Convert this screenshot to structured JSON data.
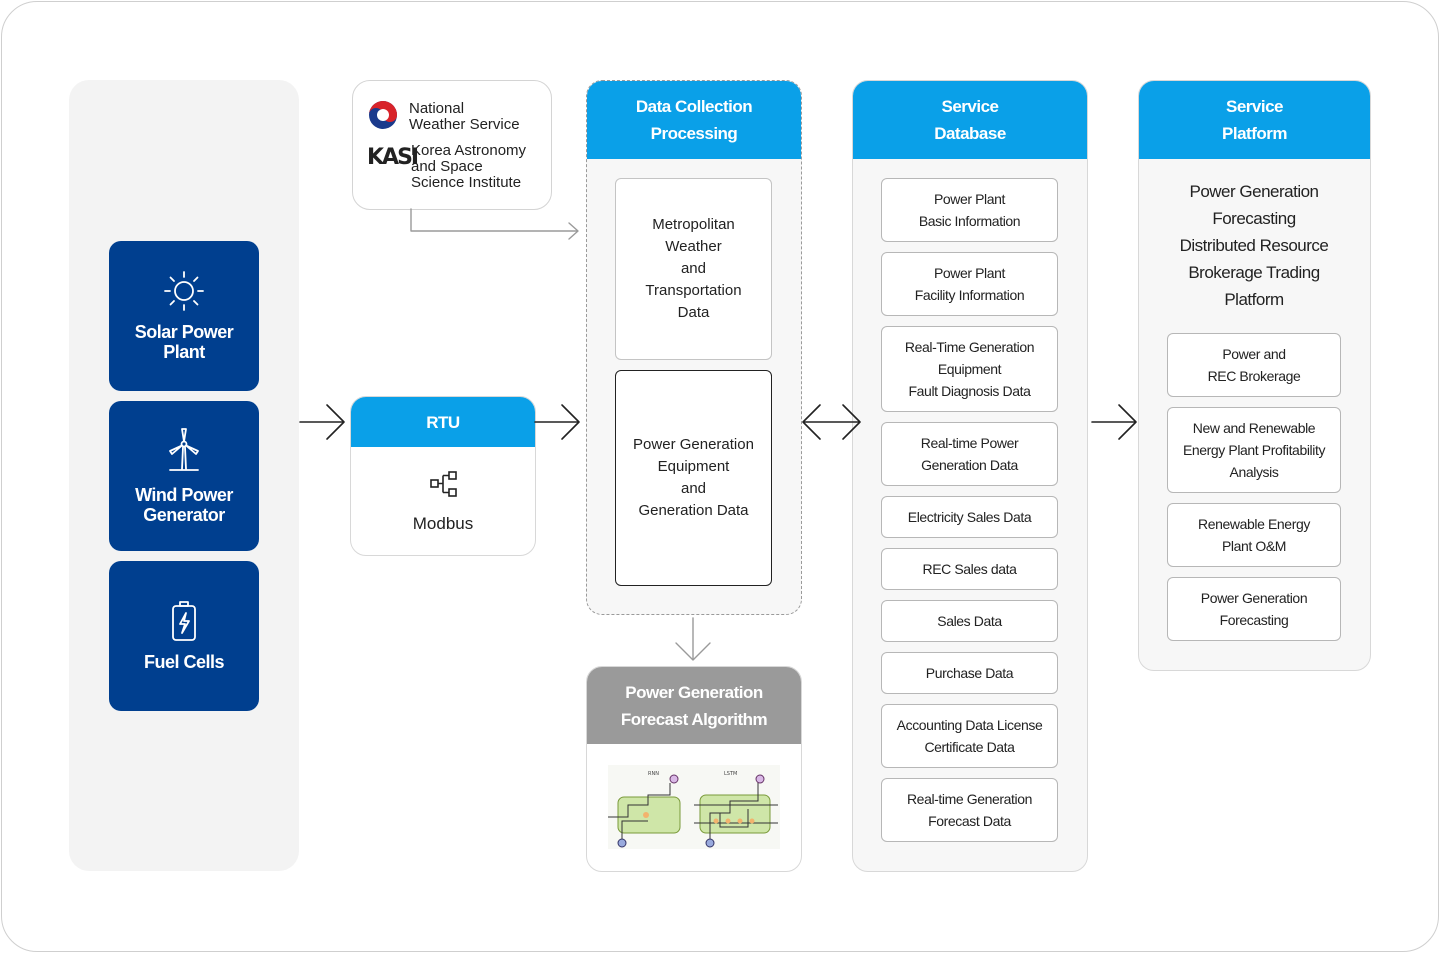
{
  "sources": [
    {
      "label": "Solar Power\nPlant",
      "icon": "sun-icon"
    },
    {
      "label": "Wind Power\nGenerator",
      "icon": "wind-turbine-icon"
    },
    {
      "label": "Fuel Cells",
      "icon": "battery-icon"
    }
  ],
  "external": {
    "nws": "National\nWeather Service",
    "kasi_mark": "KASI",
    "kasi": "Korea Astronomy\nand Space\n Science Institute"
  },
  "rtu": {
    "title": "RTU",
    "protocol": "Modbus",
    "icon": "network-nodes-icon"
  },
  "data_collection": {
    "title": "Data Collection\nProcessing",
    "items": [
      "Metropolitan\nWeather\nand\nTransportation\nData",
      "Power Generation\nEquipment\nand\nGeneration Data"
    ]
  },
  "forecast": {
    "title": "Power Generation\nForecast Algorithm",
    "rnn_label": "RNN",
    "lstm_label": "LSTM"
  },
  "service_db": {
    "title": "Service\nDatabase",
    "items": [
      "Power Plant\nBasic Information",
      "Power Plant\nFacility Information",
      "Real-Time Generation\nEquipment\nFault Diagnosis Data",
      "Real-time Power\nGeneration Data",
      "Electricity Sales Data",
      "REC Sales data",
      "Sales Data",
      "Purchase Data",
      "Accounting Data License\nCertificate Data",
      "Real-time Generation\nForecast Data"
    ]
  },
  "service_platform": {
    "title": "Service\nPlatform",
    "subtitle": "Power Generation\nForecasting\nDistributed Resource\nBrokerage Trading\nPlatform",
    "items": [
      "Power and\nREC Brokerage",
      "New and Renewable\nEnergy Plant Profitability\nAnalysis",
      "Renewable Energy\nPlant O&M",
      "Power Generation\nForecasting"
    ]
  },
  "colors": {
    "source_blue": "#003f8f",
    "header_blue": "#0aa0e8",
    "forecast_gray": "#9a9a9a",
    "panel_gray": "#f3f3f3"
  }
}
